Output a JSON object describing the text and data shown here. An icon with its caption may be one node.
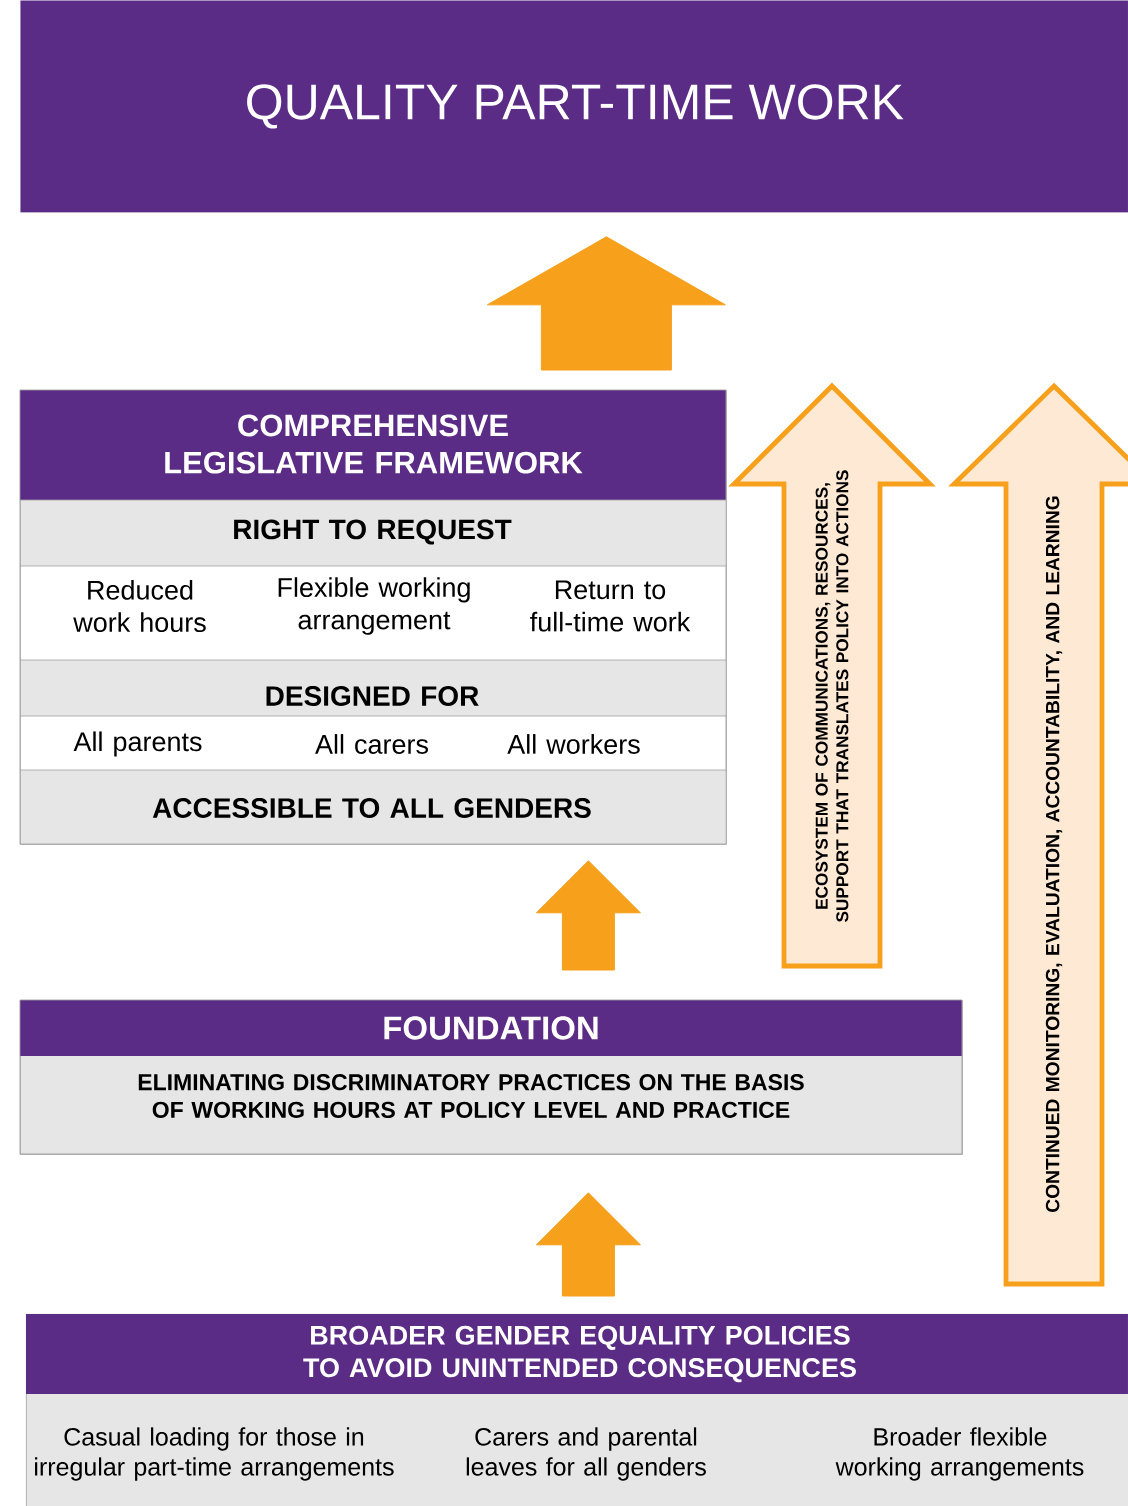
{
  "diagram": {
    "nodes": [
      {
        "text": [
          "QUALITY PART-TIME WORK"
        ]
      },
      {
        "text": [
          "COMPREHENSIVE LEGISLATIVE FRAMEWORK"
        ]
      },
      {
        "text": [
          "FOUNDATION",
          "ELIMINATING DISCRIMINATORY PRACTICES ON THE BASIS OF WORKING HOURS  AT POLICY LEVEL AND PRACTICE"
        ]
      },
      {
        "text": [
          "BROADER GENDER EQUALITY POLICIES TO AVOID UNINTENDED CONSEQUENCES"
        ]
      },
      {
        "text": [
          "ECOSYSTEM OF COMMUNICATIONS, RESOURCES, SUPPORT THAT TRANSLATES POLICY INTO ACTIONS"
        ]
      },
      {
        "text": [
          "CONTINUED MONITORING, EVALUATION, ACCOUNTABILITY, AND LEARNING"
        ]
      }
    ],
    "edges": [
      {
        "from": 3,
        "to": 2,
        "arrow": "to"
      },
      {
        "from": 2,
        "to": 1,
        "arrow": "to"
      },
      {
        "from": 1,
        "to": 0,
        "arrow": "to",
        "style": "thick"
      }
    ],
    "labels": [
      "RIGHT TO REQUEST",
      "Reduced work hours",
      "Flexible working arrangement",
      "Return to full-time work",
      "DESIGNED FOR",
      "All parents",
      "All carers",
      "All workers",
      "ACCESSIBLE TO ALL GENDERS",
      "Casual loading for those in irregular part-time arrangements",
      "Carers and parental leaves for all genders",
      "Broader flexible working arrangements"
    ]
  }
}
